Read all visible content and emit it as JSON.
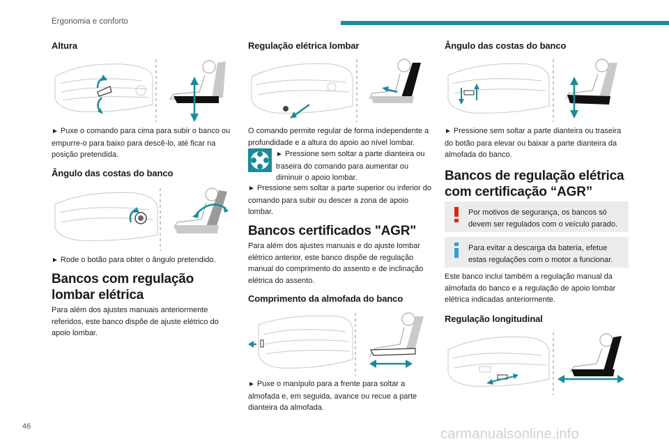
{
  "header": {
    "section": "Ergonomia e conforto",
    "accent": "#1a8c99"
  },
  "page_number": "46",
  "watermark": "carmanualsonline.info",
  "col1": {
    "altura_title": "Altura",
    "altura_text": "Puxe o comando para cima para subir o banco ou empurre-o para baixo para descê-lo, até ficar na posição pretendida.",
    "angulo_title": "Ângulo das costas do banco",
    "angulo_text": "Rode o botão para obter o ângulo pretendido.",
    "lombar_title": "Bancos com regulação lombar elétrica",
    "lombar_text": "Para além dos ajustes manuais anteriormente referidos, este banco dispõe de ajuste elétrico do apoio lombar."
  },
  "col2": {
    "reg_title": "Regulação elétrica lombar",
    "reg_text1": "O comando permite regular de forma independente a profundidade e a altura do apoio ao nível lombar.",
    "reg_text2": "Pressione sem soltar a parte dianteira ou traseira do comando para aumentar ou diminuir o apoio lombar.",
    "reg_text3": "Pressione sem soltar a parte superior ou inferior do comando para subir ou descer a zona de apoio lombar.",
    "agr_title": "Bancos certificados \"AGR\"",
    "agr_text": "Para além dos ajustes manuais e do ajuste lombar elétrico anterior, este banco dispõe de regulação manual do comprimento do assento e de inclinação elétrica do assento.",
    "comp_title": "Comprimento da almofada do banco",
    "comp_text": "Puxe o manípulo para a frente para soltar a almofada e, em seguida, avance ou recue a parte dianteira da almofada."
  },
  "col3": {
    "angulo_title": "Ângulo das costas do banco",
    "angulo_text": "Pressione sem soltar a parte dianteira ou traseira do botão para elevar ou baixar a parte dianteira da almofada do banco.",
    "eletrica_title": "Bancos de regulação elétrica com certificação “AGR”",
    "warning_text": "Por motivos de segurança, os bancos só devem ser regulados com o veículo parado.",
    "info_text": "Para evitar a descarga da bateria, efetue estas regulações com o motor a funcionar.",
    "inclui_text": "Este banco inclui também a regulação manual da almofada do banco e a regulação de apoio lombar elétrica indicadas anteriormente.",
    "long_title": "Regulação longitudinal"
  },
  "bullet_glyph": "►",
  "icons": {
    "warning": "exclamation-icon",
    "info": "info-icon",
    "lumbar": "four-way-button-icon"
  },
  "colors": {
    "warning": "#e2231a",
    "info": "#2aa1dc",
    "arrow": "#1a8c99",
    "notice_bg": "#ececec"
  }
}
